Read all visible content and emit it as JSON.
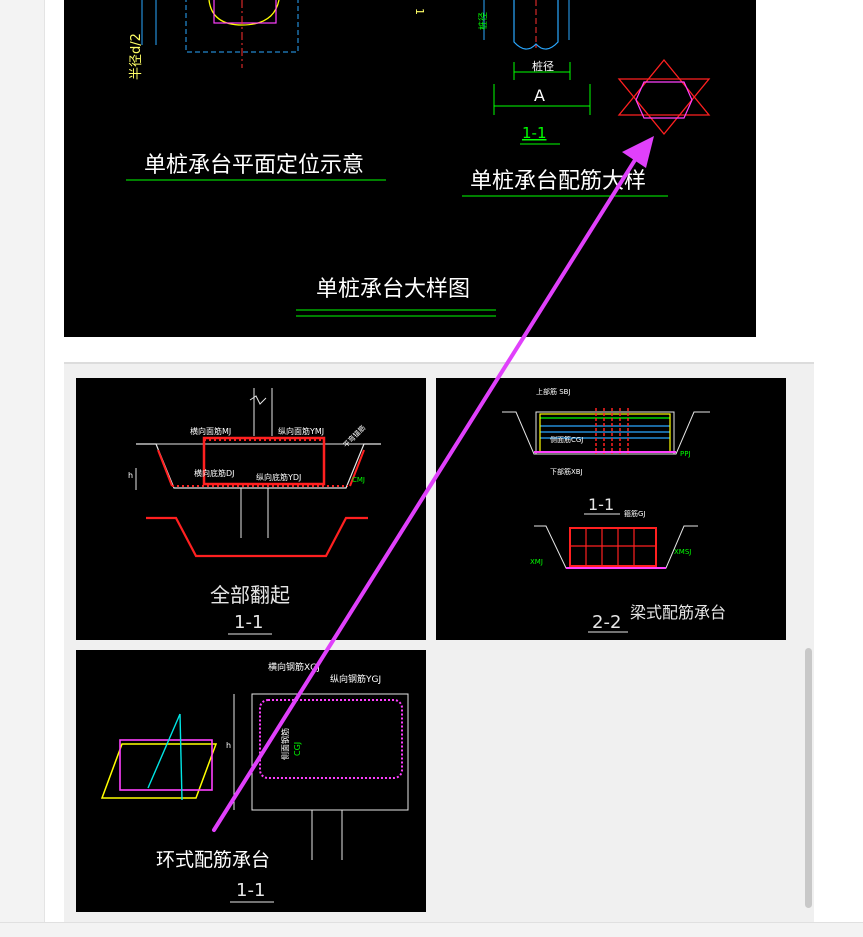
{
  "top_drawing": {
    "title_plan": "单桩承台平面定位示意",
    "title_rebar": "单桩承台配筋大样",
    "title_main": "单桩承台大样图",
    "section_label": "1-1",
    "dim_A": "A",
    "dim_pile": "桩径",
    "dim_half": "半径d/2"
  },
  "thumbnails": [
    {
      "caption": "全部翻起",
      "section": "1-1",
      "labels": {
        "top_transverse": "横向面筋MJ",
        "top_longitudinal": "纵向面筋YMJ",
        "bot_transverse": "横向底筋DJ",
        "bot_longitudinal": "纵向底筋YDJ",
        "side_bend": "平弯锚筋",
        "cmj": "CMJ",
        "h": "h"
      }
    },
    {
      "caption": "梁式配筋承台",
      "section1": "1-1",
      "section2": "2-2",
      "labels": {
        "top_rebar": "上部筋 SBJ",
        "side_rebar": "侧面筋CGJ",
        "bottom_rebar": "下部筋XBJ",
        "stirrup": "箍筋GJ",
        "ppj": "PPJ",
        "xmsj": "XMSJ",
        "xmj": "XMJ"
      }
    },
    {
      "caption": "环式配筋承台",
      "section": "1-1",
      "labels": {
        "transverse": "横向钢筋XGJ",
        "longitudinal": "纵向钢筋YGJ",
        "side": "侧面钢筋",
        "cgj": "CGJ",
        "h": "h"
      }
    }
  ],
  "colors": {
    "cad_bg": "#000000",
    "annotation_arrow": "#e040fb",
    "dim_green": "#00ff00",
    "rebar_red": "#ff2020",
    "outline_white": "#e6e6e6"
  }
}
